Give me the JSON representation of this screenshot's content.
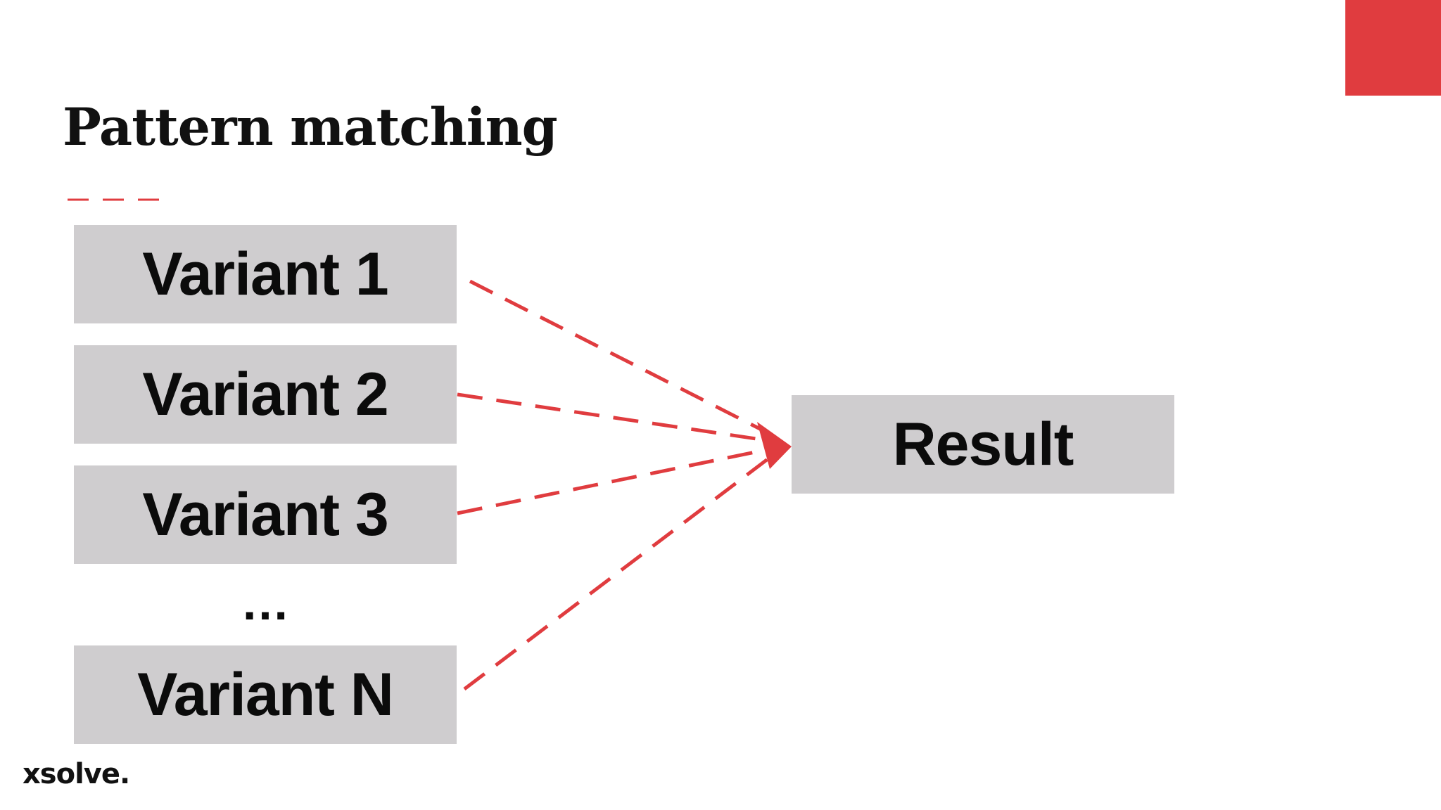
{
  "slide": {
    "title": "Pattern matching",
    "accent_color": "#e03c3f",
    "box_color": "#cfcdcf"
  },
  "variants": [
    {
      "label": "Variant 1"
    },
    {
      "label": "Variant 2"
    },
    {
      "label": "Variant 3"
    },
    {
      "label": "…"
    },
    {
      "label": "Variant N"
    }
  ],
  "result": {
    "label": "Result"
  },
  "logo": {
    "text": "xsolve."
  }
}
